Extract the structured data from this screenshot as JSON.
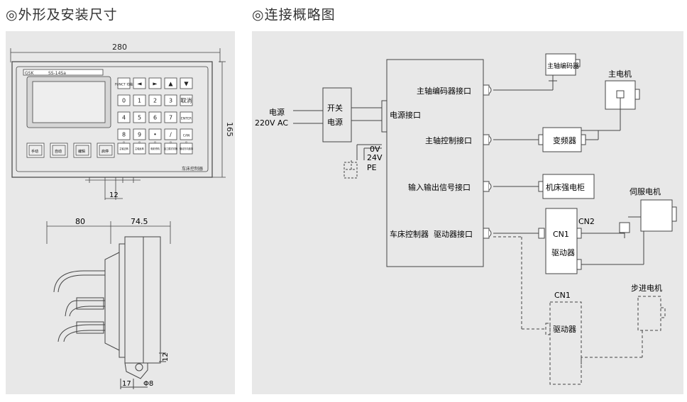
{
  "left": {
    "heading": "◎外形及安装尺寸",
    "dims": {
      "width": "280",
      "height": "165",
      "lower": "12",
      "side_a": "80",
      "side_b": "74.5",
      "foot_h": "12",
      "foot_w": "17",
      "hole": "Φ8"
    },
    "device": {
      "brand": "GSK",
      "model": "SS-14Sa",
      "footer": "车床控制器",
      "keys": [
        "FUNCT 功能",
        "◄",
        "►",
        "▲",
        "▼",
        "0",
        "1",
        "2",
        "3",
        "取消",
        "4",
        "5",
        "6",
        "7",
        "ENTER",
        "8",
        "9",
        "•",
        "/",
        "CAN"
      ],
      "fkeys": [
        "主轴正转",
        "主轴反转",
        "电机停机",
        "加工模式切换",
        "驱动方向选择"
      ],
      "big_buttons": [
        "手动",
        "自动",
        "编辑",
        "启停"
      ]
    }
  },
  "right": {
    "heading": "◎连接概略图",
    "power_label": "电源",
    "power_value": "220V AC",
    "switch_line1": "开关",
    "switch_line2": "电源",
    "power_port": "电源接口",
    "ports": [
      "主轴编码器接口",
      "主轴控制接口",
      "输入输出信号接口",
      "驱动器接口"
    ],
    "controller_label": "车床控制器",
    "voltages": [
      "0V",
      "24V",
      "PE"
    ],
    "spindle_encoder": "主轴编码器",
    "main_motor": "主电机",
    "inverter": "变频器",
    "cabinet": "机床强电柜",
    "servo_motor": "伺服电机",
    "cn1": "CN1",
    "cn2": "CN2",
    "driver": "驱动器",
    "cn1_b": "CN1",
    "driver_b": "驱动器",
    "stepper_motor": "步进电机"
  }
}
